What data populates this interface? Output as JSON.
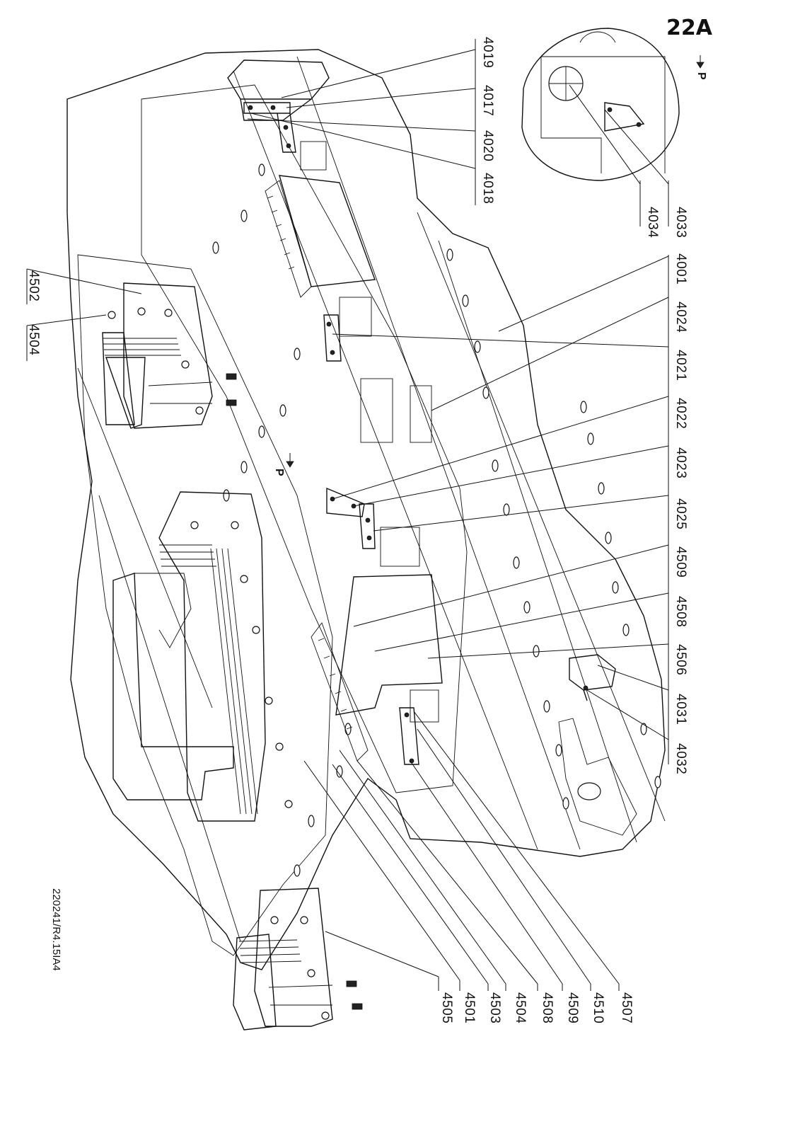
{
  "page_number": "22A",
  "drawing_id": "220241/R4.15IA4",
  "view_arrows": [
    "P",
    "P"
  ],
  "callouts_right": [
    "4019",
    "4017",
    "4020",
    "4018",
    "4033",
    "4034",
    "4001",
    "4024",
    "4021",
    "4022",
    "4023",
    "4025",
    "4509",
    "4508",
    "4506",
    "4031",
    "4032"
  ],
  "callouts_left": [
    "4502",
    "4504"
  ],
  "callouts_bottom": [
    "4505",
    "4501",
    "4503",
    "4504",
    "4508",
    "4509",
    "4510",
    "4507"
  ]
}
